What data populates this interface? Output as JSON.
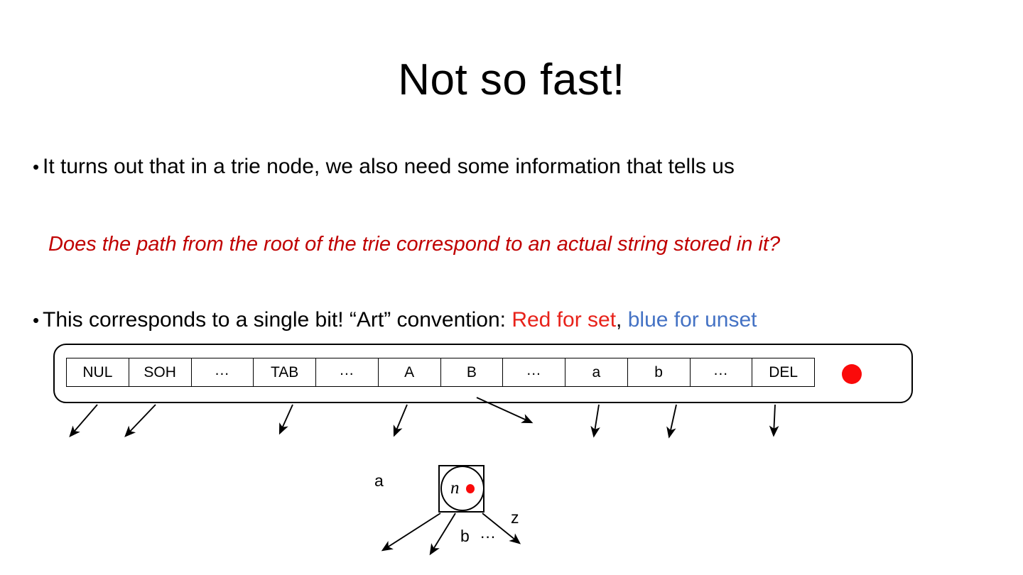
{
  "slide": {
    "title": "Not so fast!",
    "bullets": [
      {
        "marker": "•",
        "text": "It turns out that in a trie node, we also need some information that tells us"
      }
    ],
    "question": "Does the path from the root of the trie correspond to an actual string stored in it?",
    "bullet2": {
      "marker": "•",
      "lead": "This corresponds to a single bit! “Art” convention: ",
      "red": "Red for set",
      "comma": ", ",
      "blue": "blue for unset"
    },
    "colors": {
      "red_text": "#E8221A",
      "blue_text": "#4472C4",
      "question_red": "#C00000",
      "dot_red": "#FA0A0A",
      "outline": "#000000",
      "background": "#FFFFFF"
    }
  },
  "array": {
    "cells": [
      {
        "label": "NUL",
        "has_arrow": true
      },
      {
        "label": "SOH",
        "has_arrow": true
      },
      {
        "label": "...",
        "has_arrow": false
      },
      {
        "label": "TAB",
        "has_arrow": true
      },
      {
        "label": "...",
        "has_arrow": false
      },
      {
        "label": "A",
        "has_arrow": true
      },
      {
        "label": "B",
        "has_arrow": true
      },
      {
        "label": "...",
        "has_arrow": false
      },
      {
        "label": "a",
        "has_arrow": true
      },
      {
        "label": "b",
        "has_arrow": true
      },
      {
        "label": "...",
        "has_arrow": false
      },
      {
        "label": "DEL",
        "has_arrow": true
      }
    ],
    "set_bit_dot": "red-filled-circle"
  },
  "trie_node": {
    "letter": "n",
    "bit_dot": "red-filled-circle",
    "edge_labels": {
      "first": "a",
      "second": "b",
      "ellipsis": "...",
      "last": "z"
    }
  }
}
